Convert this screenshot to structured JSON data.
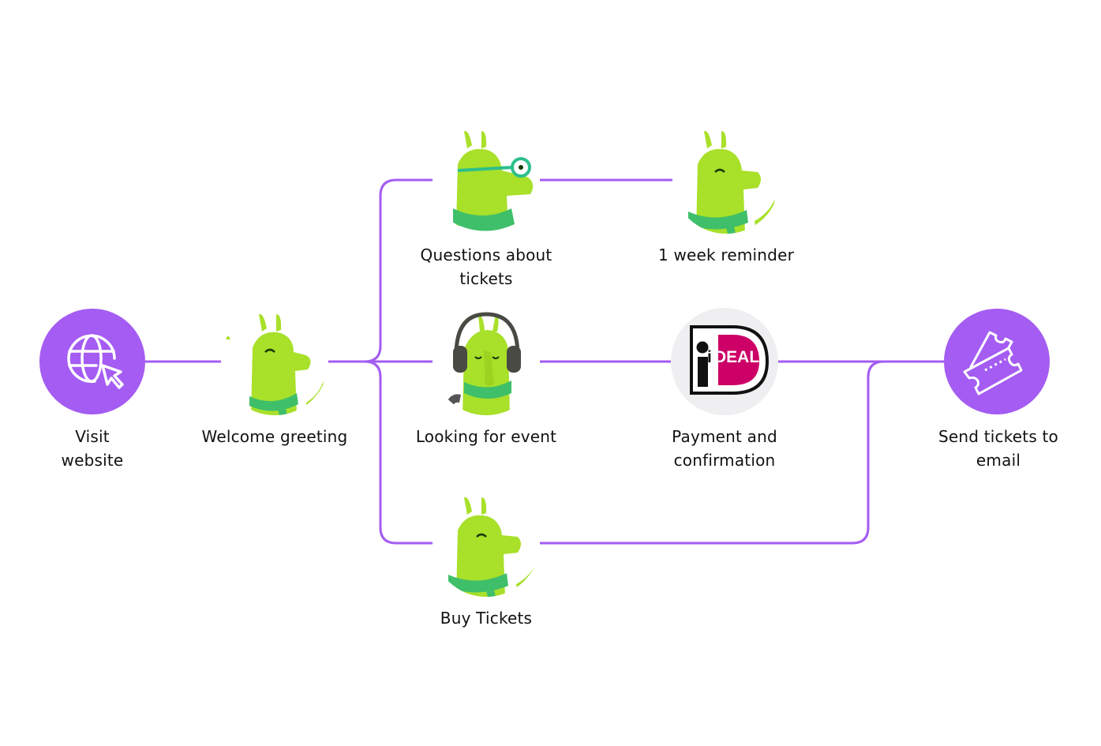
{
  "colors": {
    "accent": "#A45CF2",
    "connector": "#A45CF2",
    "mascot_body": "#A8E02A",
    "mascot_scarf": "#3FBF6A",
    "ideal_pink": "#CC0066",
    "ideal_node_bg": "#EFEFF1",
    "text": "#111111"
  },
  "nodes": {
    "visit_website": {
      "label": "Visit\nwebsite",
      "icon": "globe-cursor-icon"
    },
    "welcome_greeting": {
      "label": "Welcome greeting",
      "icon": "llama-mascot-icon"
    },
    "questions_about_tickets": {
      "label": "Questions about\ntickets",
      "icon": "llama-mascot-glasses-icon"
    },
    "one_week_reminder": {
      "label": "1 week reminder",
      "icon": "llama-mascot-wink-icon"
    },
    "looking_for_event": {
      "label": "Looking for event",
      "icon": "llama-mascot-headphones-icon"
    },
    "payment_and_confirmation": {
      "label": "Payment and\nconfirmation",
      "icon": "ideal-logo-icon"
    },
    "buy_tickets": {
      "label": "Buy Tickets",
      "icon": "llama-mascot-icon"
    },
    "send_tickets_to_email": {
      "label": "Send tickets to\nemail",
      "icon": "tickets-icon"
    }
  },
  "ideal_logo": {
    "wordmark": "DEAL",
    "letter": "i"
  }
}
